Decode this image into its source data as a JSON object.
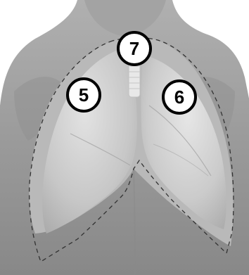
{
  "image": {
    "subject": "posterior-torso-lung-projection",
    "colors": {
      "skin": "#9a9a9a",
      "lung": "#cfcfcf",
      "background": "#ffffff",
      "outline": "#333333"
    }
  },
  "markers": [
    {
      "id": "marker-5",
      "label": "5"
    },
    {
      "id": "marker-6",
      "label": "6"
    },
    {
      "id": "marker-7",
      "label": "7"
    }
  ]
}
